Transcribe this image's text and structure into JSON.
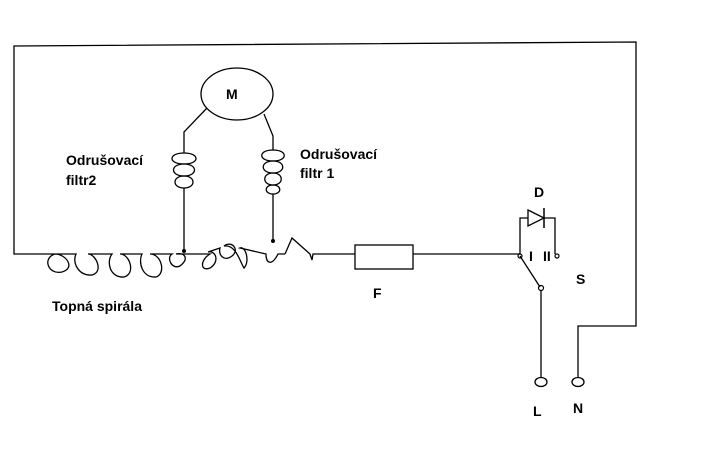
{
  "colors": {
    "ink": "#000000",
    "background": "#ffffff"
  },
  "labels": {
    "motor": "M",
    "filter2_line1": "Odrušovací",
    "filter2_line2": "filtr2",
    "filter1_line1": "Odrušovací",
    "filter1_line2": "filtr 1",
    "heating_coil": "Topná spirála",
    "fuse": "F",
    "diode": "D",
    "switch_pos_1": "I",
    "switch_pos_2": "II",
    "switch": "S",
    "live": "L",
    "neutral": "N"
  }
}
